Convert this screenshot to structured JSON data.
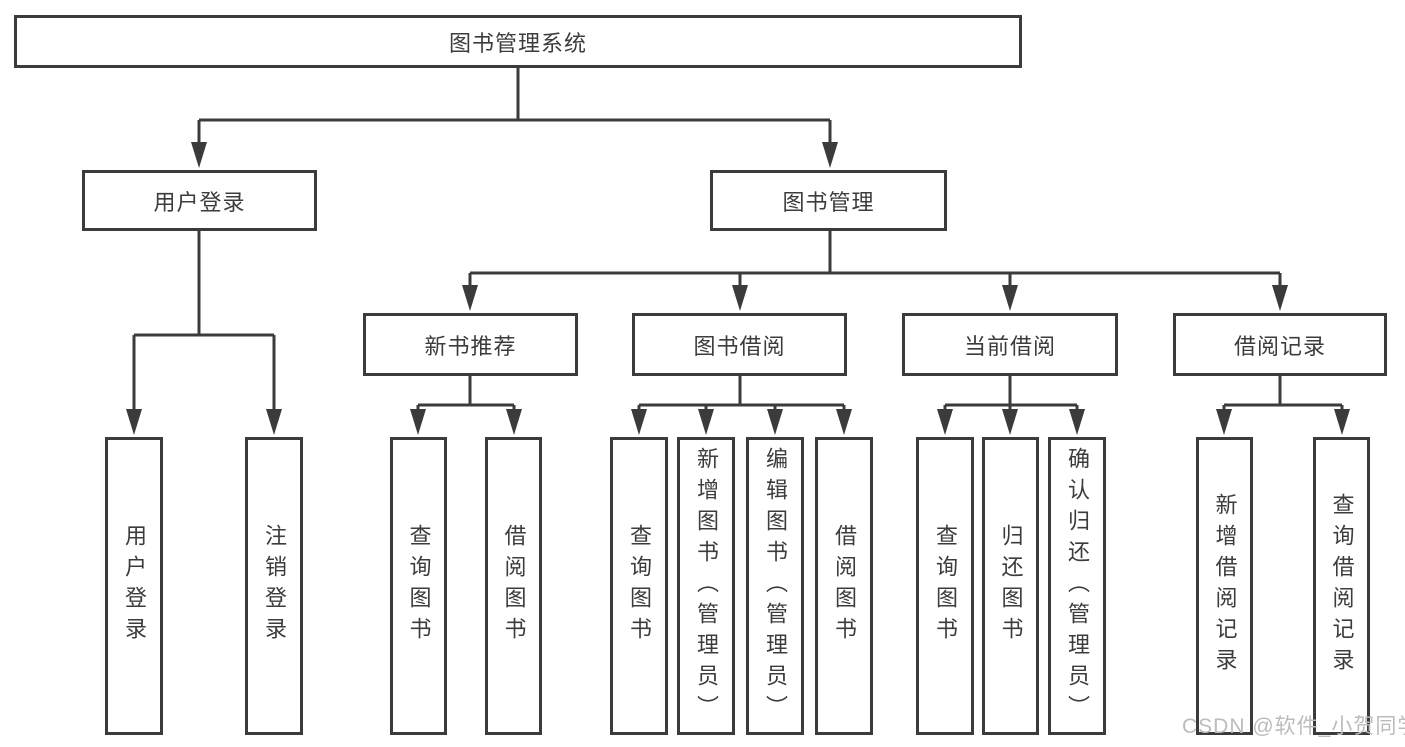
{
  "tree": {
    "root": {
      "label": "图书管理系统"
    },
    "user_login": {
      "label": "用户登录",
      "children": [
        {
          "label": "用户登录"
        },
        {
          "label": "注销登录"
        }
      ]
    },
    "book_mgmt": {
      "label": "图书管理",
      "children": [
        {
          "label": "新书推荐",
          "children": [
            {
              "label": "查询图书"
            },
            {
              "label": "借阅图书"
            }
          ]
        },
        {
          "label": "图书借阅",
          "children": [
            {
              "label": "查询图书"
            },
            {
              "label": "新增图书（管理员）"
            },
            {
              "label": "编辑图书（管理员）"
            },
            {
              "label": "借阅图书"
            }
          ]
        },
        {
          "label": "当前借阅",
          "children": [
            {
              "label": "查询图书"
            },
            {
              "label": "归还图书"
            },
            {
              "label": "确认归还（管理员）"
            }
          ]
        },
        {
          "label": "借阅记录",
          "children": [
            {
              "label": "新增借阅记录"
            },
            {
              "label": "查询借阅记录"
            }
          ]
        }
      ]
    }
  },
  "watermark": {
    "text": "CSDN @软件_小贺同学"
  },
  "colors": {
    "line": "#3b3b3b",
    "text": "#3c3c3c",
    "box_background": "#ffffff",
    "watermark": "#bcbcbc",
    "background": "#ffffff"
  }
}
